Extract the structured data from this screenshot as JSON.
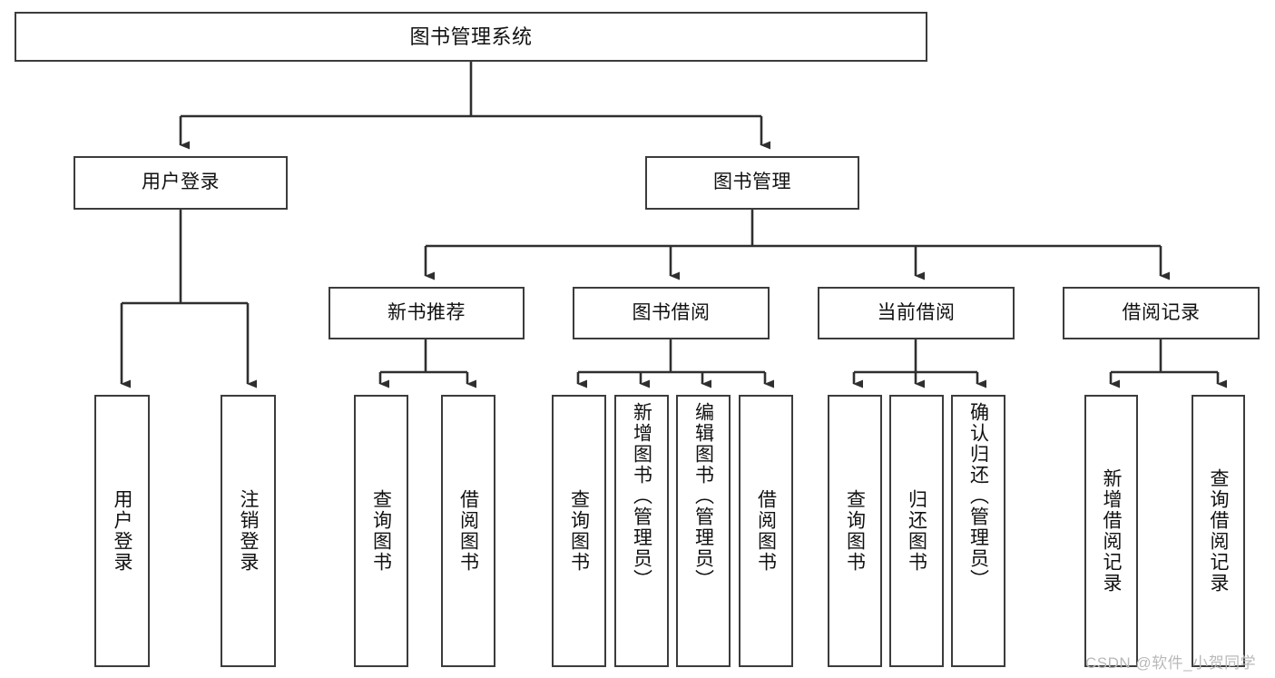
{
  "diagram": {
    "title": "图书管理系统",
    "type": "tree-hierarchy-chart",
    "levels": 4,
    "nodes": {
      "root": {
        "label": "图书管理系统"
      },
      "l2": [
        {
          "label": "用户登录"
        },
        {
          "label": "图书管理"
        }
      ],
      "l3": [
        {
          "label": "新书推荐"
        },
        {
          "label": "图书借阅"
        },
        {
          "label": "当前借阅"
        },
        {
          "label": "借阅记录"
        }
      ],
      "leaves_user_login": [
        {
          "label": "用户登录"
        },
        {
          "label": "注销登录"
        }
      ],
      "leaves_new_book": [
        {
          "label": "查询图书"
        },
        {
          "label": "借阅图书"
        }
      ],
      "leaves_borrow": [
        {
          "label": "查询图书"
        },
        {
          "label": "新增图书（管理员）"
        },
        {
          "label": "编辑图书（管理员）"
        },
        {
          "label": "借阅图书"
        }
      ],
      "leaves_current": [
        {
          "label": "查询图书"
        },
        {
          "label": "归还图书"
        },
        {
          "label": "确认归还（管理员）"
        }
      ],
      "leaves_record": [
        {
          "label": "新增借阅记录"
        },
        {
          "label": "查询借阅记录"
        }
      ]
    },
    "colors": {
      "stroke": "#3c3c3c",
      "fill": "#ffffff",
      "text": "#111111",
      "watermark": "#b9b9b9"
    }
  },
  "watermark": {
    "text": "CSDN @软件_小贺同学"
  }
}
